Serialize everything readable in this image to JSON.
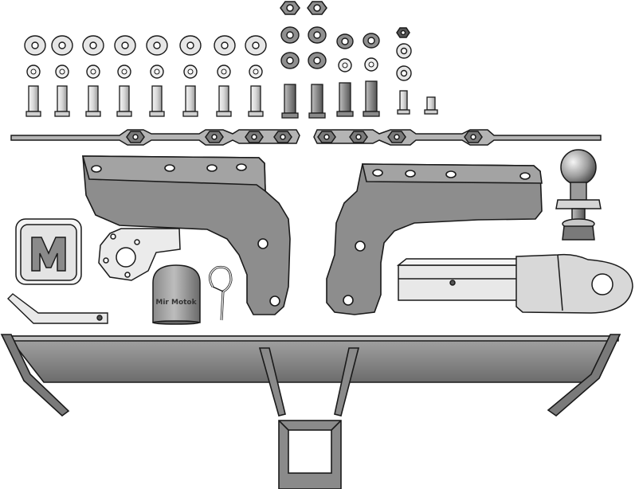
{
  "diagram": {
    "kind": "tow-hitch-parts-exploded-view",
    "cover_label": "Mir Motok",
    "colors": {
      "steel_dark": "#6f6f6f",
      "steel_mid": "#9a9a9a",
      "steel_light": "#cfcfcf",
      "chrome": "#e2e2e2",
      "outline": "#1a1a1a",
      "background": "#ffffff"
    },
    "parts": [
      {
        "id": "hex-nuts",
        "count": 2
      },
      {
        "id": "flat-washers-large",
        "count": 8
      },
      {
        "id": "flat-washers-medium",
        "count": 2
      },
      {
        "id": "lock-washers",
        "count": 12
      },
      {
        "id": "bolts-long",
        "count": 8
      },
      {
        "id": "bolts-short",
        "count": 6
      },
      {
        "id": "mounting-strap-left",
        "holes": 4
      },
      {
        "id": "mounting-strap-right",
        "holes": 4
      },
      {
        "id": "side-bracket-left"
      },
      {
        "id": "side-bracket-right"
      },
      {
        "id": "tow-ball"
      },
      {
        "id": "trailer-socket-cover",
        "icon": "M-logo"
      },
      {
        "id": "socket-mounting-plate"
      },
      {
        "id": "ball-cover-cap"
      },
      {
        "id": "hitch-clip-pin"
      },
      {
        "id": "hitch-pin"
      },
      {
        "id": "ball-mount-drawbar"
      },
      {
        "id": "receiver-crossbar"
      }
    ]
  }
}
